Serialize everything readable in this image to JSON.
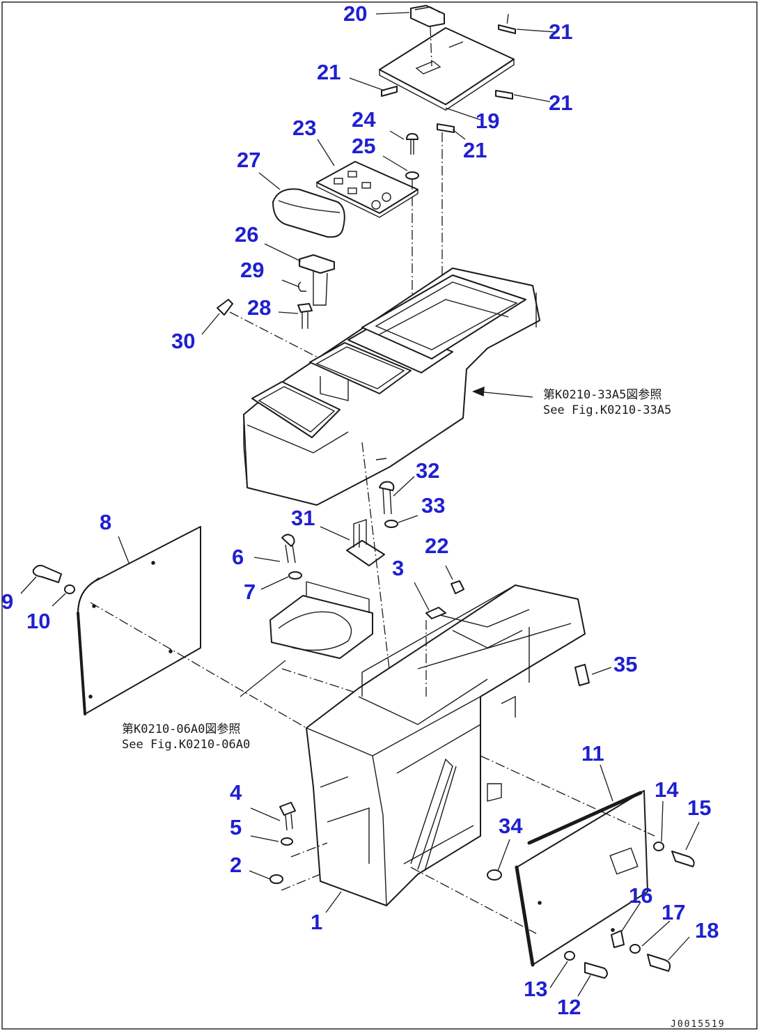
{
  "callouts": [
    {
      "id": "20",
      "label": "20"
    },
    {
      "id": "21a",
      "label": "21"
    },
    {
      "id": "21b",
      "label": "21"
    },
    {
      "id": "21c",
      "label": "21"
    },
    {
      "id": "21d",
      "label": "21"
    },
    {
      "id": "19",
      "label": "19"
    },
    {
      "id": "24",
      "label": "24"
    },
    {
      "id": "25",
      "label": "25"
    },
    {
      "id": "23",
      "label": "23"
    },
    {
      "id": "27",
      "label": "27"
    },
    {
      "id": "26",
      "label": "26"
    },
    {
      "id": "29",
      "label": "29"
    },
    {
      "id": "28",
      "label": "28"
    },
    {
      "id": "30",
      "label": "30"
    },
    {
      "id": "32",
      "label": "32"
    },
    {
      "id": "33",
      "label": "33"
    },
    {
      "id": "31",
      "label": "31"
    },
    {
      "id": "8",
      "label": "8"
    },
    {
      "id": "6",
      "label": "6"
    },
    {
      "id": "7",
      "label": "7"
    },
    {
      "id": "22",
      "label": "22"
    },
    {
      "id": "3",
      "label": "3"
    },
    {
      "id": "9",
      "label": "9"
    },
    {
      "id": "10",
      "label": "10"
    },
    {
      "id": "35",
      "label": "35"
    },
    {
      "id": "11",
      "label": "11"
    },
    {
      "id": "14",
      "label": "14"
    },
    {
      "id": "15",
      "label": "15"
    },
    {
      "id": "4",
      "label": "4"
    },
    {
      "id": "34",
      "label": "34"
    },
    {
      "id": "5",
      "label": "5"
    },
    {
      "id": "2",
      "label": "2"
    },
    {
      "id": "16",
      "label": "16"
    },
    {
      "id": "17",
      "label": "17"
    },
    {
      "id": "18",
      "label": "18"
    },
    {
      "id": "1",
      "label": "1"
    },
    {
      "id": "13",
      "label": "13"
    },
    {
      "id": "12",
      "label": "12"
    }
  ],
  "notes": {
    "ref_upper_jp": "第K0210-33A5図参照",
    "ref_upper_en": "See Fig.K0210-33A5",
    "ref_lower_jp": "第K0210-06A0図参照",
    "ref_lower_en": "See Fig.K0210-06A0"
  },
  "drawing_code": "J0015519"
}
